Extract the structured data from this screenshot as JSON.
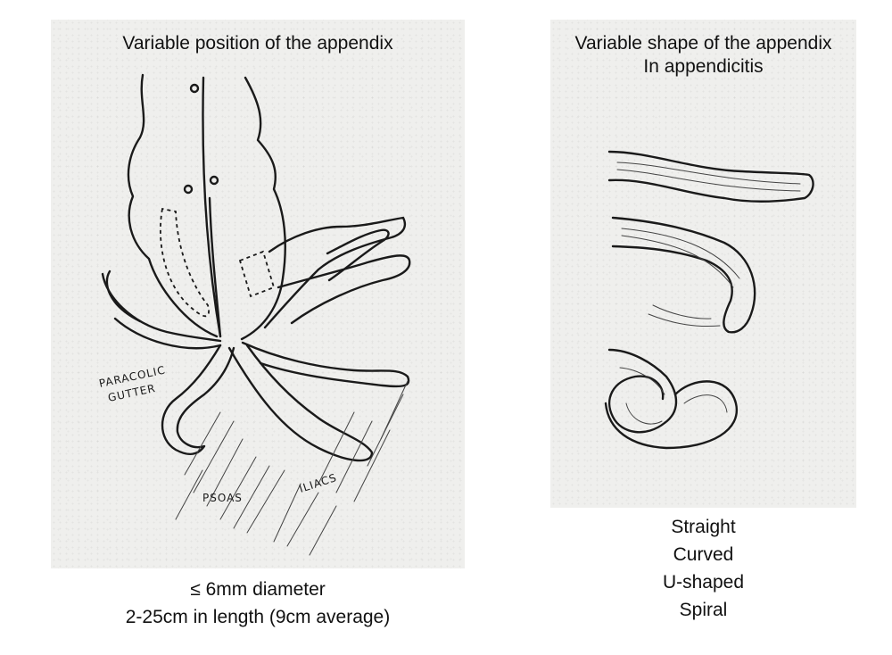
{
  "left": {
    "title": "Variable position of the appendix",
    "labels": {
      "paracolic_line1": "PARACOLIC",
      "paracolic_line2": "GUTTER",
      "psoas": "PSOAS",
      "iliacs": "ILIACS"
    },
    "caption": [
      "≤ 6mm diameter",
      "2-25cm in length (9cm average)"
    ]
  },
  "right": {
    "title": [
      "Variable shape of the appendix",
      "In appendicitis"
    ],
    "caption": [
      "Straight",
      "Curved",
      "U-shaped",
      "Spiral"
    ]
  }
}
